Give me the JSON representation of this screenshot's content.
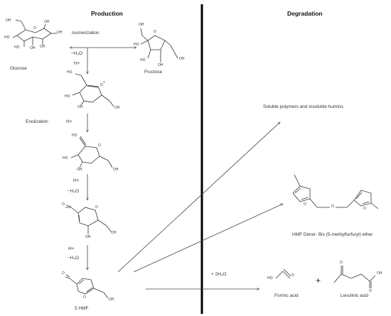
{
  "headers": {
    "production": "Production",
    "degradation": "Degradation"
  },
  "labels": {
    "isomerization": "Isomerization",
    "minus_h2o_1": "−H₂O",
    "h_plus_1": "H+",
    "glucose": "Glucose",
    "fructose": "Fructose",
    "enolization": "Enolization",
    "h_plus_2": "H+",
    "h_plus_3": "H+",
    "minus_h2o_2": "−H₂O",
    "h_plus_4": "H+",
    "minus_h2o_3": "−H₂O",
    "five_hmf": "5 HMF",
    "soluble_polymers": "Soluble polymers and insoluble humins",
    "hmf_dimer": "HMF Dimer: Bis (5-methylfurfuryl) ether",
    "plus_2h2o": "+ 2H₂O",
    "formic_acid": "Formic acid",
    "levulinic_acid": "Levulinic acid",
    "plus_sign": "+"
  },
  "atoms": {
    "oh": "OH",
    "ho": "HO",
    "o": "O",
    "cation": "+"
  }
}
